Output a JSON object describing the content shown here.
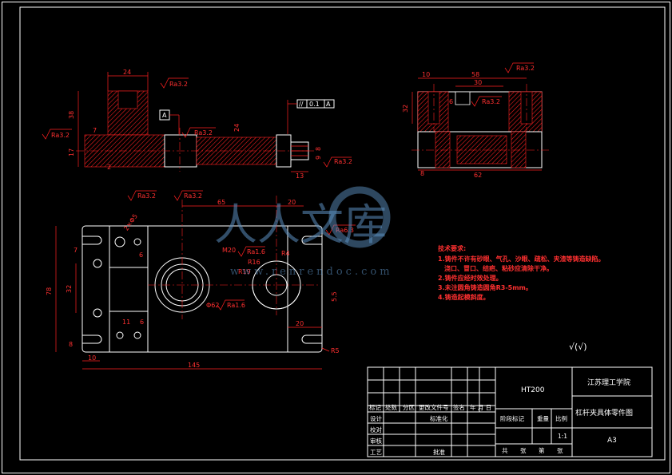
{
  "watermark": {
    "text": "人人文库",
    "url": "www.renrendoc.com"
  },
  "top_left_view": {
    "dims": [
      "24",
      "38",
      "17",
      "7",
      "2"
    ],
    "roughness": [
      "Ra3.2",
      "Ra3.2",
      "Ra3.2"
    ],
    "datum": "A"
  },
  "top_middle_view": {
    "dims": [
      "24",
      "13",
      "8",
      "9"
    ],
    "roughness": [
      "Ra3.2"
    ],
    "tolerance_symbol": "//",
    "tolerance_value": "0.1",
    "tolerance_datum": "A"
  },
  "top_right_view": {
    "dims": [
      "10",
      "58",
      "30",
      "32",
      "6",
      "8",
      "62"
    ],
    "roughness": [
      "Ra3.2",
      "Ra3.2"
    ]
  },
  "plan_view": {
    "dims": [
      "65",
      "20",
      "78",
      "32",
      "7",
      "6",
      "11",
      "6",
      "8",
      "10",
      "145",
      "20",
      "R5",
      "R4",
      "Φ62",
      "R16",
      "R19",
      "M20",
      "5.5",
      "2×Φ5"
    ],
    "roughness": [
      "Ra3.2",
      "Ra3.2",
      "Ra6.3",
      "Ra1.6",
      "Ra1.6"
    ]
  },
  "notes": {
    "title": "技术要求:",
    "lines": [
      "1.铸件不许有砂眼、气孔、沙眼、疏松、夹渣等铸造缺陷。",
      "浇口、冒口、结疤、粘砂应清除干净。",
      "2.铸件应经时效处理。",
      "3.未注圆角铸造圆角R3-5mm。",
      "4.铸造起模斜度。"
    ]
  },
  "surface_mark": "√(√)",
  "title_block": {
    "material": "HT200",
    "school": "江苏理工学院",
    "drawing_name": "杠杆夹具体零件图",
    "sheet_size": "A3",
    "scale": "1:1",
    "headers": [
      "标记",
      "处数",
      "分区",
      "更改文件号",
      "签名",
      "年 月 日"
    ],
    "row_labels": [
      "设计",
      "校对",
      "审核",
      "工艺"
    ],
    "standardize": "标准化",
    "approve": "批准",
    "stage_label": "阶段标记",
    "weight_label": "重量",
    "scale_label": "比例",
    "sheets": [
      "共",
      "张",
      "第",
      "张"
    ]
  },
  "colors": {
    "background": "#000000",
    "frame": "#ffffff",
    "drawing": "#ff2020",
    "watermark": "#5b8fc0"
  }
}
